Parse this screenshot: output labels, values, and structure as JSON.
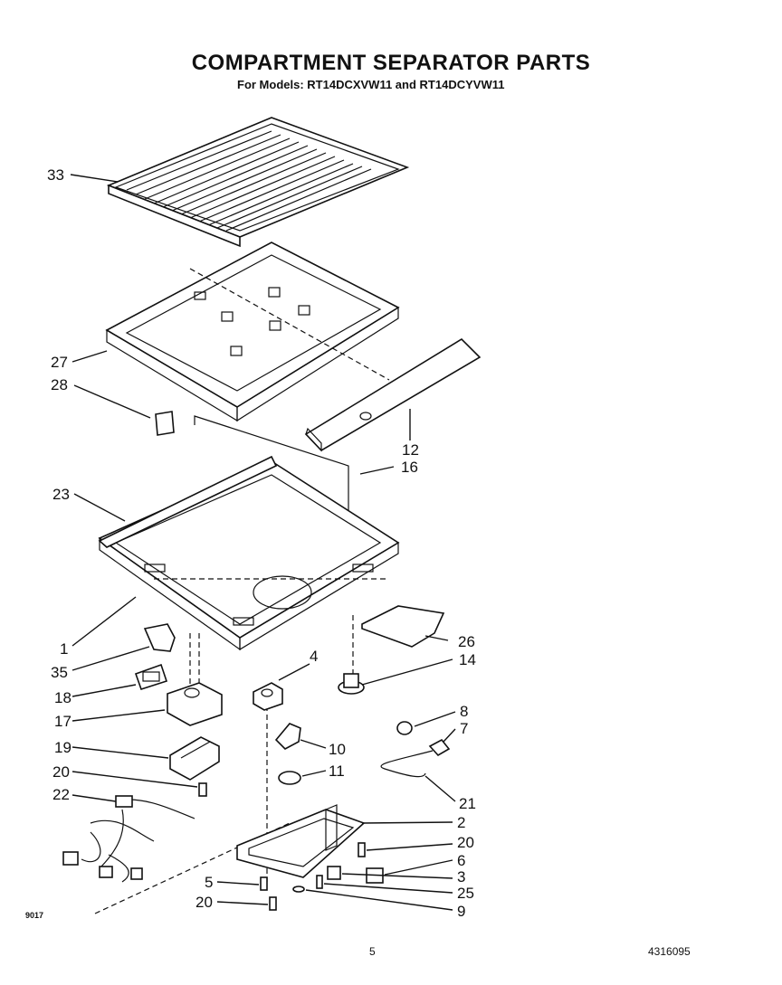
{
  "header": {
    "title": "COMPARTMENT SEPARATOR PARTS",
    "subtitle": "For Models: RT14DCXVW11 and RT14DCYVW11"
  },
  "callouts": [
    "33",
    "27",
    "28",
    "12",
    "16",
    "23",
    "1",
    "26",
    "35",
    "4",
    "14",
    "18",
    "17",
    "19",
    "20",
    "22",
    "8",
    "7",
    "10",
    "11",
    "21",
    "2",
    "20",
    "6",
    "3",
    "25",
    "5",
    "20",
    "9"
  ],
  "footer": {
    "code_left": "9017",
    "page_number": "5",
    "doc_number": "4316095"
  }
}
